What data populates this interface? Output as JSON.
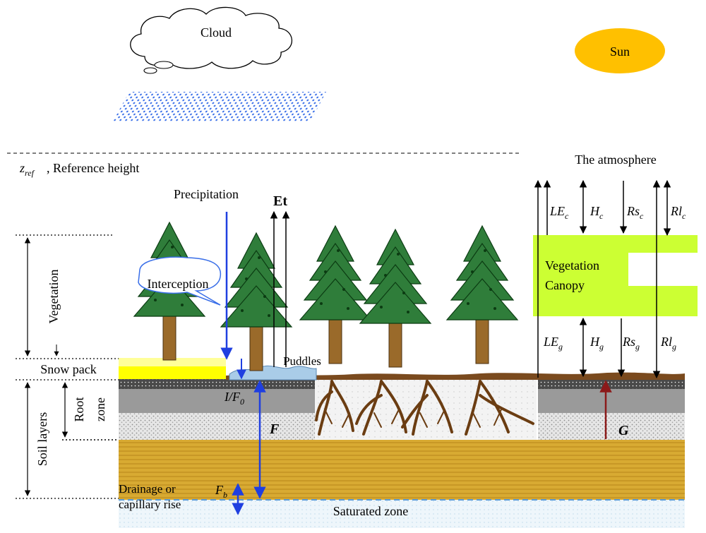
{
  "labels": {
    "cloud": "Cloud",
    "sun": "Sun",
    "atmosphere": "The atmosphere",
    "zref_base": "z",
    "zref_sub": "ref",
    "zref_text": ", Reference height",
    "precipitation": "Precipitation",
    "et": "Et",
    "interception": "Interception",
    "puddles": "Puddles",
    "vegetation": "Vegetation",
    "snow_pack": "Snow pack",
    "soil_layers": "Soil layers",
    "root": "Root",
    "zone": "zone",
    "i_f0": "I/F",
    "i_f0_sub": "0",
    "f": "F",
    "g": "G",
    "fb": "F",
    "fb_sub": "b",
    "drainage_line1": "Drainage or",
    "drainage_line2": "capillary rise",
    "saturated_zone": "Saturated zone",
    "canopy_line1": "Vegetation",
    "canopy_line2": "Canopy",
    "le_c": "LE",
    "le_c_sub": "c",
    "h_c": "H",
    "h_c_sub": "c",
    "rs_c": "Rs",
    "rs_c_sub": "c",
    "rl_c": "Rl",
    "rl_c_sub": "c",
    "le_g": "LE",
    "le_g_sub": "g",
    "h_g": "H",
    "h_g_sub": "g",
    "rs_g": "Rs",
    "rs_g_sub": "g",
    "rl_g": "Rl",
    "rl_g_sub": "g"
  },
  "colors": {
    "sun": "#ffc000",
    "canopy": "#ccff33",
    "snow": "#ffff00",
    "snow_light": "#ffff99",
    "soil_deep": "#d4a52e",
    "saturated": "#e4f1f8",
    "water_arrow": "#1f3fe0",
    "ground_heat_arrow": "#8b1a1a",
    "tree_foliage": "#2f7d3a",
    "tree_trunk": "#9a6a2a",
    "puddle": "#a9cce8"
  }
}
